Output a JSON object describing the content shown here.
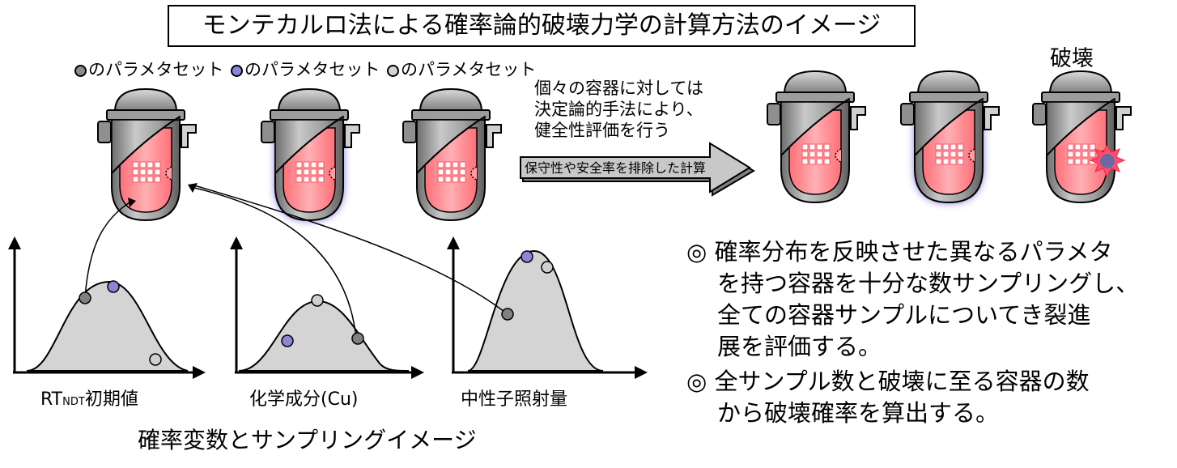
{
  "title": "モンテカルロ法による確率論的破壊力学の計算方法のイメージ",
  "legend": [
    {
      "label": "のパラメタセット",
      "color": "#8c8c8c"
    },
    {
      "label": "のパラメタセット",
      "color": "#8a86d8"
    },
    {
      "label": "のパラメタセット",
      "color": "#d4d4d4"
    }
  ],
  "note_lines": [
    "個々の容器に対しては",
    "決定論的手法により、",
    "健全性評価を行う"
  ],
  "arrow_label": "保守性や安全率を排除した計算",
  "break_label": "破壊",
  "distributions": [
    {
      "label_prefix": "RT",
      "label_sub": "NDT",
      "label_suffix": "初期値"
    },
    {
      "label": "化学成分(Cu)"
    },
    {
      "label": "中性子照射量"
    }
  ],
  "bottom_caption": "確率変数とサンプリングイメージ",
  "bullets": [
    {
      "mark": "◎",
      "lines": [
        "確率分布を反映させた異なるパラメタ",
        "を持つ容器を十分な数サンプリングし、",
        "全ての容器サンプルについてき裂進",
        "展を評価する。"
      ]
    },
    {
      "mark": "◎",
      "lines": [
        "全サンプル数と破壊に至る容器の数",
        "から破壊確率を算出する。"
      ]
    }
  ],
  "colors": {
    "dark_sample": "#808080",
    "blue_sample": "#8a86d8",
    "light_sample": "#d0d0d0",
    "vessel_interior": "#ff7f86",
    "vessel_shell": "#9e9e9e",
    "curve_fill": "#d4d4d4",
    "burst": "#ff4f6f"
  }
}
